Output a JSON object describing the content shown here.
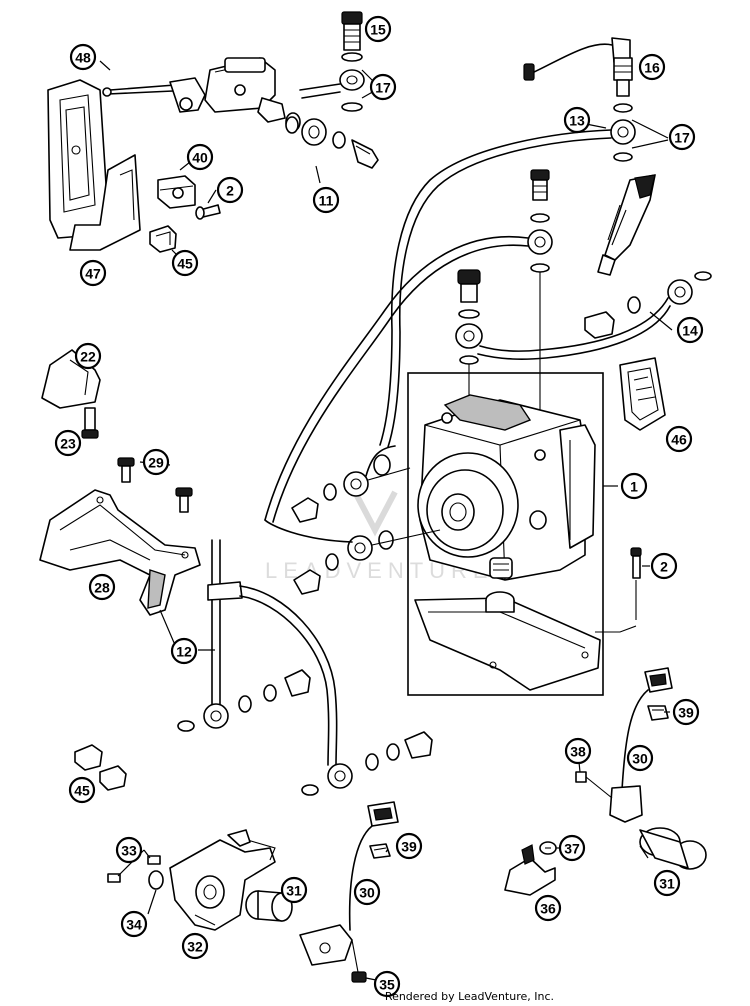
{
  "callouts": [
    {
      "id": "c48",
      "label": "48"
    },
    {
      "id": "c15",
      "label": "15"
    },
    {
      "id": "c17a",
      "label": "17"
    },
    {
      "id": "c16",
      "label": "16"
    },
    {
      "id": "c13",
      "label": "13"
    },
    {
      "id": "c17b",
      "label": "17"
    },
    {
      "id": "c40",
      "label": "40"
    },
    {
      "id": "c2a",
      "label": "2"
    },
    {
      "id": "c11",
      "label": "11"
    },
    {
      "id": "c45a",
      "label": "45"
    },
    {
      "id": "c47",
      "label": "47"
    },
    {
      "id": "c14",
      "label": "14"
    },
    {
      "id": "c22",
      "label": "22"
    },
    {
      "id": "c23",
      "label": "23"
    },
    {
      "id": "c46",
      "label": "46"
    },
    {
      "id": "c29",
      "label": "29"
    },
    {
      "id": "c1",
      "label": "1"
    },
    {
      "id": "c2b",
      "label": "2"
    },
    {
      "id": "c28",
      "label": "28"
    },
    {
      "id": "c12",
      "label": "12"
    },
    {
      "id": "c39a",
      "label": "39"
    },
    {
      "id": "c38",
      "label": "38"
    },
    {
      "id": "c30a",
      "label": "30"
    },
    {
      "id": "c45b",
      "label": "45"
    },
    {
      "id": "c33",
      "label": "33"
    },
    {
      "id": "c39b",
      "label": "39"
    },
    {
      "id": "c37",
      "label": "37"
    },
    {
      "id": "c31a",
      "label": "31"
    },
    {
      "id": "c30b",
      "label": "30"
    },
    {
      "id": "c31b",
      "label": "31"
    },
    {
      "id": "c34",
      "label": "34"
    },
    {
      "id": "c36",
      "label": "36"
    },
    {
      "id": "c32",
      "label": "32"
    },
    {
      "id": "c35",
      "label": "35"
    }
  ],
  "footer": "Rendered by LeadVenture, Inc.",
  "watermark": "LEADVENTURE"
}
